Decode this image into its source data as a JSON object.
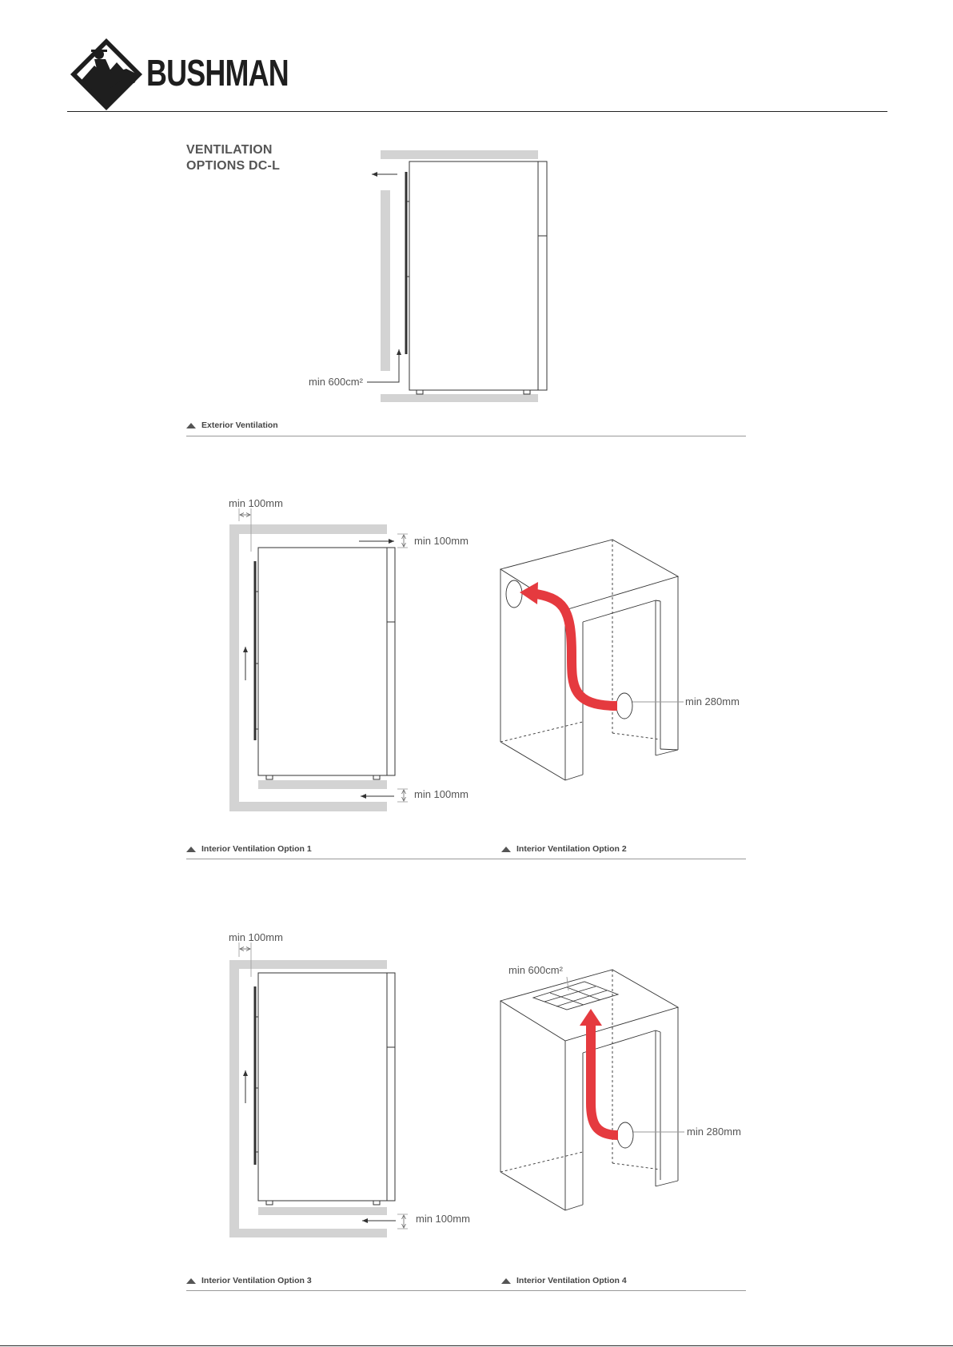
{
  "brand": {
    "name": "BUSHMAN"
  },
  "title": {
    "line1": "VENTILATION",
    "line2": "OPTIONS DC-L"
  },
  "captions": {
    "exterior": "Exterior Ventilation",
    "interior1": "Interior Ventilation Option 1",
    "interior2": "Interior Ventilation Option 2",
    "interior3": "Interior Ventilation Option 3",
    "interior4": "Interior Ventilation Option 4"
  },
  "labels": {
    "exterior_min_area": "min 600cm²",
    "opt1_side_gap": "min 100mm",
    "opt1_top_gap": "min 100mm",
    "opt1_bottom_gap": "min 100mm",
    "opt2_duct": "min 280mm",
    "opt3_side_gap": "min 100mm",
    "opt3_bottom_gap": "min 100mm",
    "opt4_vent_area": "min 600cm²",
    "opt4_duct": "min 280mm"
  },
  "colors": {
    "airflow": "#e53a3f",
    "wall": "#d3d3d3",
    "line": "#333333"
  },
  "icons": [
    "bushman-logo-icon",
    "caption-triangle-icon",
    "arrow-icon"
  ]
}
